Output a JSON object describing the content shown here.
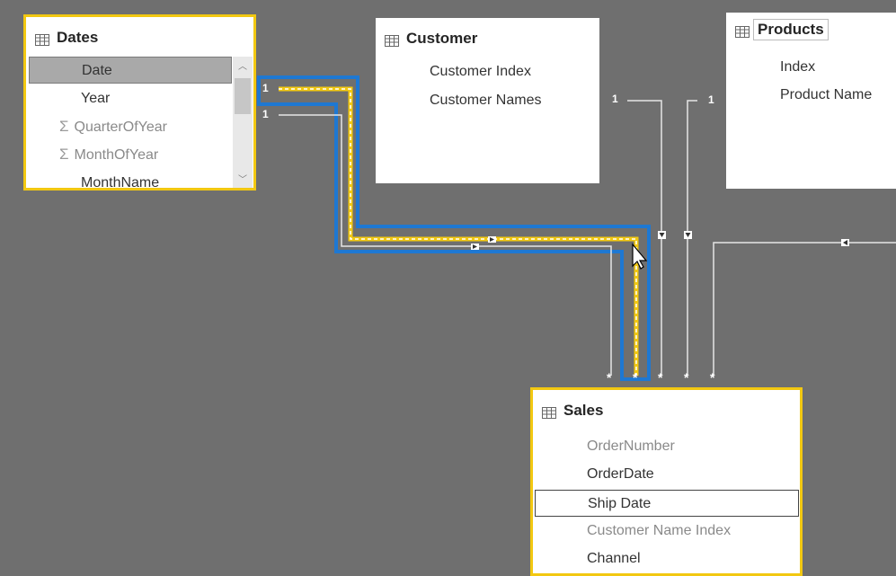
{
  "tables": {
    "dates": {
      "title": "Dates",
      "fields": [
        "Date",
        "Year",
        "QuarterOfYear",
        "MonthOfYear",
        "MonthName"
      ]
    },
    "customer": {
      "title": "Customer",
      "fields": [
        "Customer Index",
        "Customer Names"
      ]
    },
    "products": {
      "title": "Products",
      "fields": [
        "Index",
        "Product Name"
      ]
    },
    "sales": {
      "title": "Sales",
      "fields": [
        "OrderNumber",
        "OrderDate",
        "Ship Date",
        "Customer Name Index",
        "Channel"
      ]
    }
  },
  "cardinality": {
    "one": "1",
    "many": "*"
  },
  "colors": {
    "canvas": "#6f6f6f",
    "selected_border": "#f2c811",
    "highlight_blue": "#1e78d2",
    "active_line": "#f2c811"
  },
  "icons": {
    "table": "table-grid-icon",
    "sigma": "sigma-icon",
    "cursor": "mouse-pointer-icon"
  }
}
